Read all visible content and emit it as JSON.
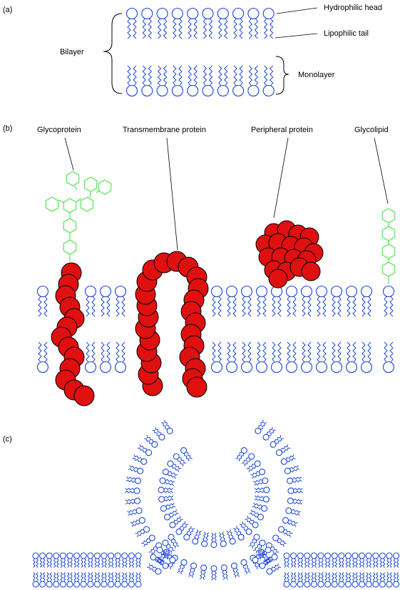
{
  "colors": {
    "lipid": "#1b46d8",
    "protein": "#e01010",
    "sugar": "#4ce24c",
    "text": "#000000"
  },
  "panels": {
    "a": {
      "label": "(a)"
    },
    "b": {
      "label": "(b)"
    },
    "c": {
      "label": "(c)"
    }
  },
  "labels": {
    "hydrophilic_head": "Hydrophilic head",
    "lipophilic_tail": "Lipophilic tail",
    "bilayer": "Bilayer",
    "monolayer": "Monolayer",
    "glycoprotein": "Glycoprotein",
    "transmembrane_protein": "Transmembrane protein",
    "peripheral_protein": "Peripheral protein",
    "glycolipid": "Glycolipid"
  }
}
